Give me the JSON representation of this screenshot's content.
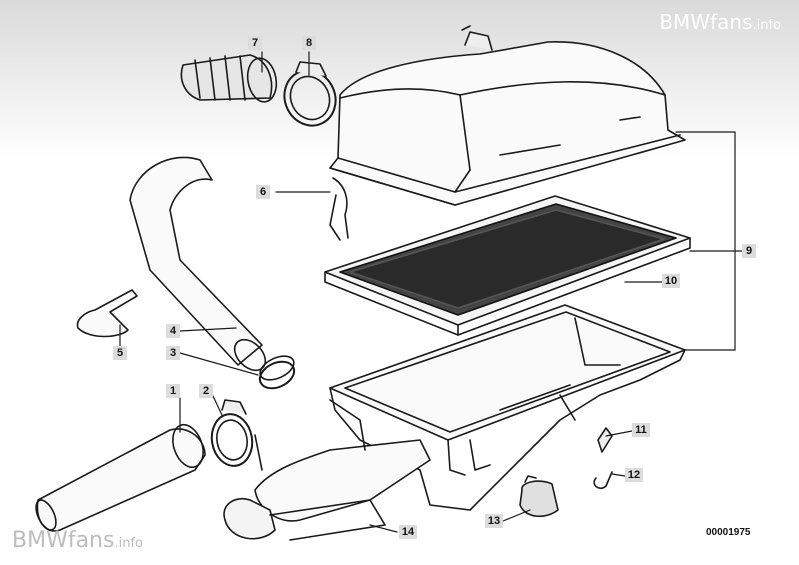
{
  "watermark": {
    "brand": "BMWfans",
    "suffix": ".info"
  },
  "document_number": "00001975",
  "callouts": {
    "c1": "1",
    "c2": "2",
    "c3": "3",
    "c4": "4",
    "c5": "5",
    "c6": "6",
    "c7": "7",
    "c8": "8",
    "c9": "9",
    "c10": "10",
    "c11": "11",
    "c12": "12",
    "c13": "13",
    "c14": "14"
  },
  "colors": {
    "line": "#1a1a1a",
    "callout_bg": "#dcdcdc",
    "header_gradient": "#dadada"
  }
}
